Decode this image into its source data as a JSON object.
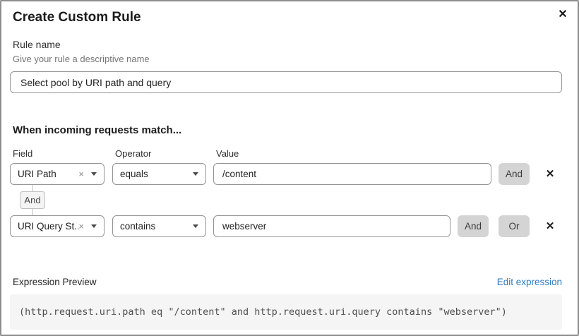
{
  "dialog": {
    "title": "Create Custom Rule",
    "close_icon": "✕"
  },
  "rule_name": {
    "label": "Rule name",
    "hint": "Give your rule a descriptive name",
    "value": "Select pool by URI path and query"
  },
  "match": {
    "heading": "When incoming requests match...",
    "columns": {
      "field": "Field",
      "operator": "Operator",
      "value": "Value"
    },
    "connector_label": "And",
    "conditions": [
      {
        "field": "URI Path",
        "clear_icon": "×",
        "operator": "equals",
        "value": "/content",
        "and_button": "And",
        "remove_icon": "✕"
      },
      {
        "field": "URI Query St...",
        "clear_icon": "×",
        "operator": "contains",
        "value": "webserver",
        "and_button": "And",
        "or_button": "Or",
        "remove_icon": "✕"
      }
    ]
  },
  "expression_preview": {
    "label": "Expression Preview",
    "edit_link": "Edit expression",
    "expression": "(http.request.uri.path eq \"/content\" and http.request.uri.query contains \"webserver\")"
  },
  "colors": {
    "link_blue": "#2e7bbd",
    "button_gray": "#d4d4d4",
    "border_gray": "#949494",
    "code_background": "#f5f5f5",
    "badge_background": "#f4f4f4"
  }
}
